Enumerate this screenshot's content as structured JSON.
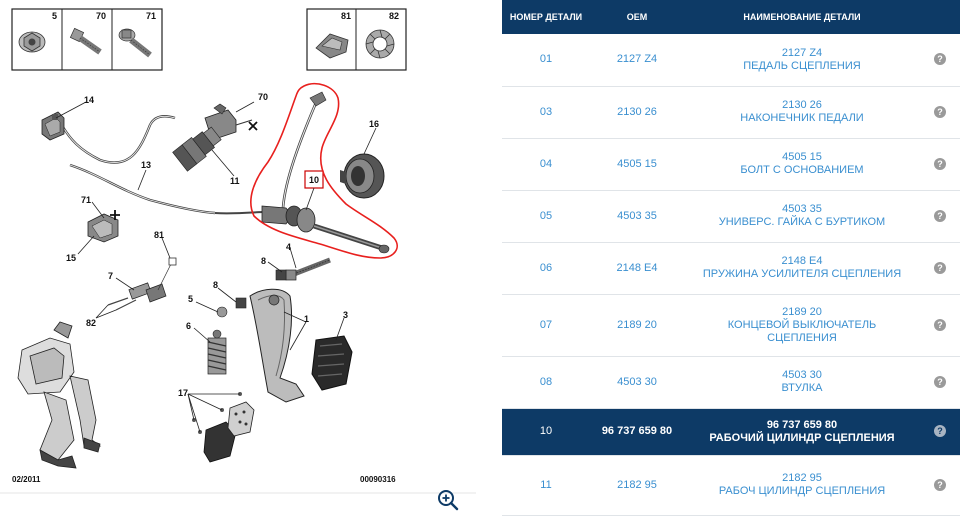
{
  "diagram": {
    "inset_left_labels": [
      "5",
      "70",
      "71"
    ],
    "inset_right_labels": [
      "81",
      "82"
    ],
    "callouts": {
      "c14": "14",
      "c70": "70",
      "c13": "13",
      "c11": "11",
      "c71": "71",
      "c15": "15",
      "c81": "81",
      "c7": "7",
      "c82": "82",
      "c10": "10",
      "c16": "16",
      "c4": "4",
      "c8a": "8",
      "c8b": "8",
      "c5": "5",
      "c6": "6",
      "c1": "1",
      "c3": "3",
      "c17": "17"
    },
    "date_code": "02/2011",
    "drawing_number": "00090316",
    "zoom_icon": "zoom-in-icon",
    "highlight_color": "#e8201e"
  },
  "table": {
    "headers": {
      "number": "НОМЕР ДЕТАЛИ",
      "oem": "OEM",
      "name": "НАИМЕНОВАНИЕ ДЕТАЛИ"
    },
    "help_glyph": "?",
    "header_color": "#0d3a66",
    "link_color": "#3a8fd0",
    "rows": [
      {
        "num": "01",
        "oem": "2127 Z4",
        "name1": "2127 Z4",
        "name2": "ПЕДАЛЬ СЦЕПЛЕНИЯ",
        "name3": ""
      },
      {
        "num": "03",
        "oem": "2130 26",
        "name1": "2130 26",
        "name2": "НАКОНЕЧНИК ПЕДАЛИ",
        "name3": ""
      },
      {
        "num": "04",
        "oem": "4505 15",
        "name1": "4505 15",
        "name2": "БОЛТ С ОСНОВАНИЕМ",
        "name3": ""
      },
      {
        "num": "05",
        "oem": "4503 35",
        "name1": "4503 35",
        "name2": "УНИВЕРС. ГАЙКА С БУРТИКОМ",
        "name3": ""
      },
      {
        "num": "06",
        "oem": "2148 E4",
        "name1": "2148 E4",
        "name2": "ПРУЖИНА УСИЛИТЕЛЯ СЦЕПЛЕНИЯ",
        "name3": ""
      },
      {
        "num": "07",
        "oem": "2189 20",
        "name1": "2189 20",
        "name2": "КОНЦЕВОЙ ВЫКЛЮЧАТЕЛЬ",
        "name3": "СЦЕПЛЕНИЯ"
      },
      {
        "num": "08",
        "oem": "4503 30",
        "name1": "4503 30",
        "name2": "ВТУЛКА",
        "name3": ""
      },
      {
        "num": "10",
        "oem": "96 737 659 80",
        "name1": "96 737 659 80",
        "name2": "РАБОЧИЙ ЦИЛИНДР СЦЕПЛЕНИЯ",
        "name3": ""
      },
      {
        "num": "11",
        "oem": "2182 95",
        "name1": "2182 95",
        "name2": "РАБОЧ ЦИЛИНДР СЦЕПЛЕНИЯ",
        "name3": ""
      }
    ]
  }
}
